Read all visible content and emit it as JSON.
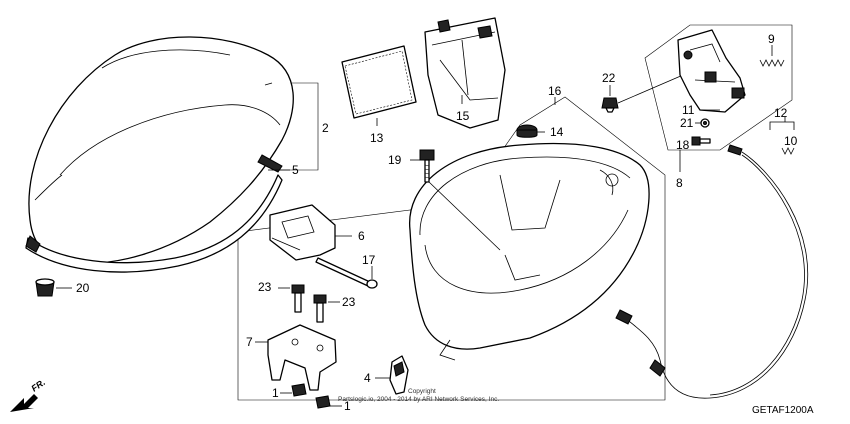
{
  "callouts": {
    "c2": "2",
    "c5": "5",
    "c13": "13",
    "c15": "15",
    "c16": "16",
    "c14": "14",
    "c19": "19",
    "c22": "22",
    "c9": "9",
    "c11": "11",
    "c21": "21",
    "c18": "18",
    "c12": "12",
    "c10": "10",
    "c8": "8",
    "c6": "6",
    "c17": "17",
    "c23a": "23",
    "c23b": "23",
    "c7": "7",
    "c1a": "1",
    "c1b": "1",
    "c4": "4",
    "c20": "20"
  },
  "copyright": {
    "line1": "Copyright",
    "line2": "Partslogic.io, 2004 - 2014 by ARI Network Services, Inc."
  },
  "diagram_code": "GETAF1200A",
  "direction_label": "FR."
}
